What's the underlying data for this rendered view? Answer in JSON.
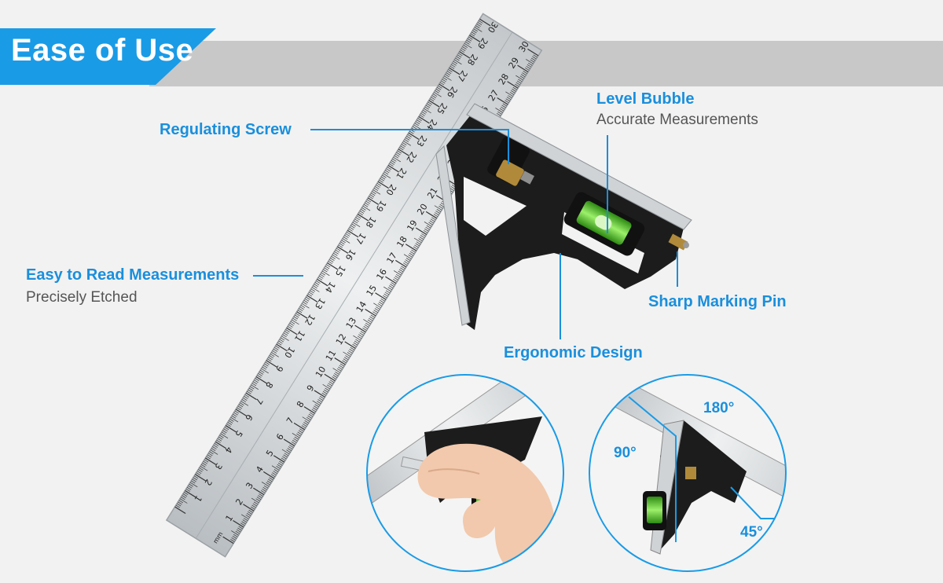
{
  "banner": {
    "title": "Ease of Use"
  },
  "callouts": {
    "regulating_screw": {
      "label": "Regulating Screw"
    },
    "level_bubble": {
      "label": "Level Bubble",
      "sub": "Accurate Measurements"
    },
    "easy_read": {
      "label": "Easy to Read Measurements",
      "sub": "Precisely Etched"
    },
    "marking_pin": {
      "label": "Sharp Marking Pin"
    },
    "ergonomic": {
      "label": "Ergonomic Design"
    }
  },
  "angles": {
    "a180": "180°",
    "a90": "90°",
    "a45": "45°"
  },
  "ruler": {
    "outer_scale": [
      "1",
      "2",
      "3",
      "4",
      "5",
      "6",
      "7",
      "8",
      "9",
      "10",
      "11",
      "12",
      "13",
      "14",
      "15",
      "16",
      "17",
      "18",
      "19",
      "20",
      "21",
      "22",
      "23",
      "24",
      "25",
      "26",
      "27",
      "28",
      "29",
      "30"
    ],
    "unit": "mm"
  },
  "colors": {
    "accent": "#1a9be6",
    "label": "#1a8fdc",
    "steel": "#d9dde0",
    "black": "#1c1c1c",
    "bubble": "#5fcf3a"
  }
}
